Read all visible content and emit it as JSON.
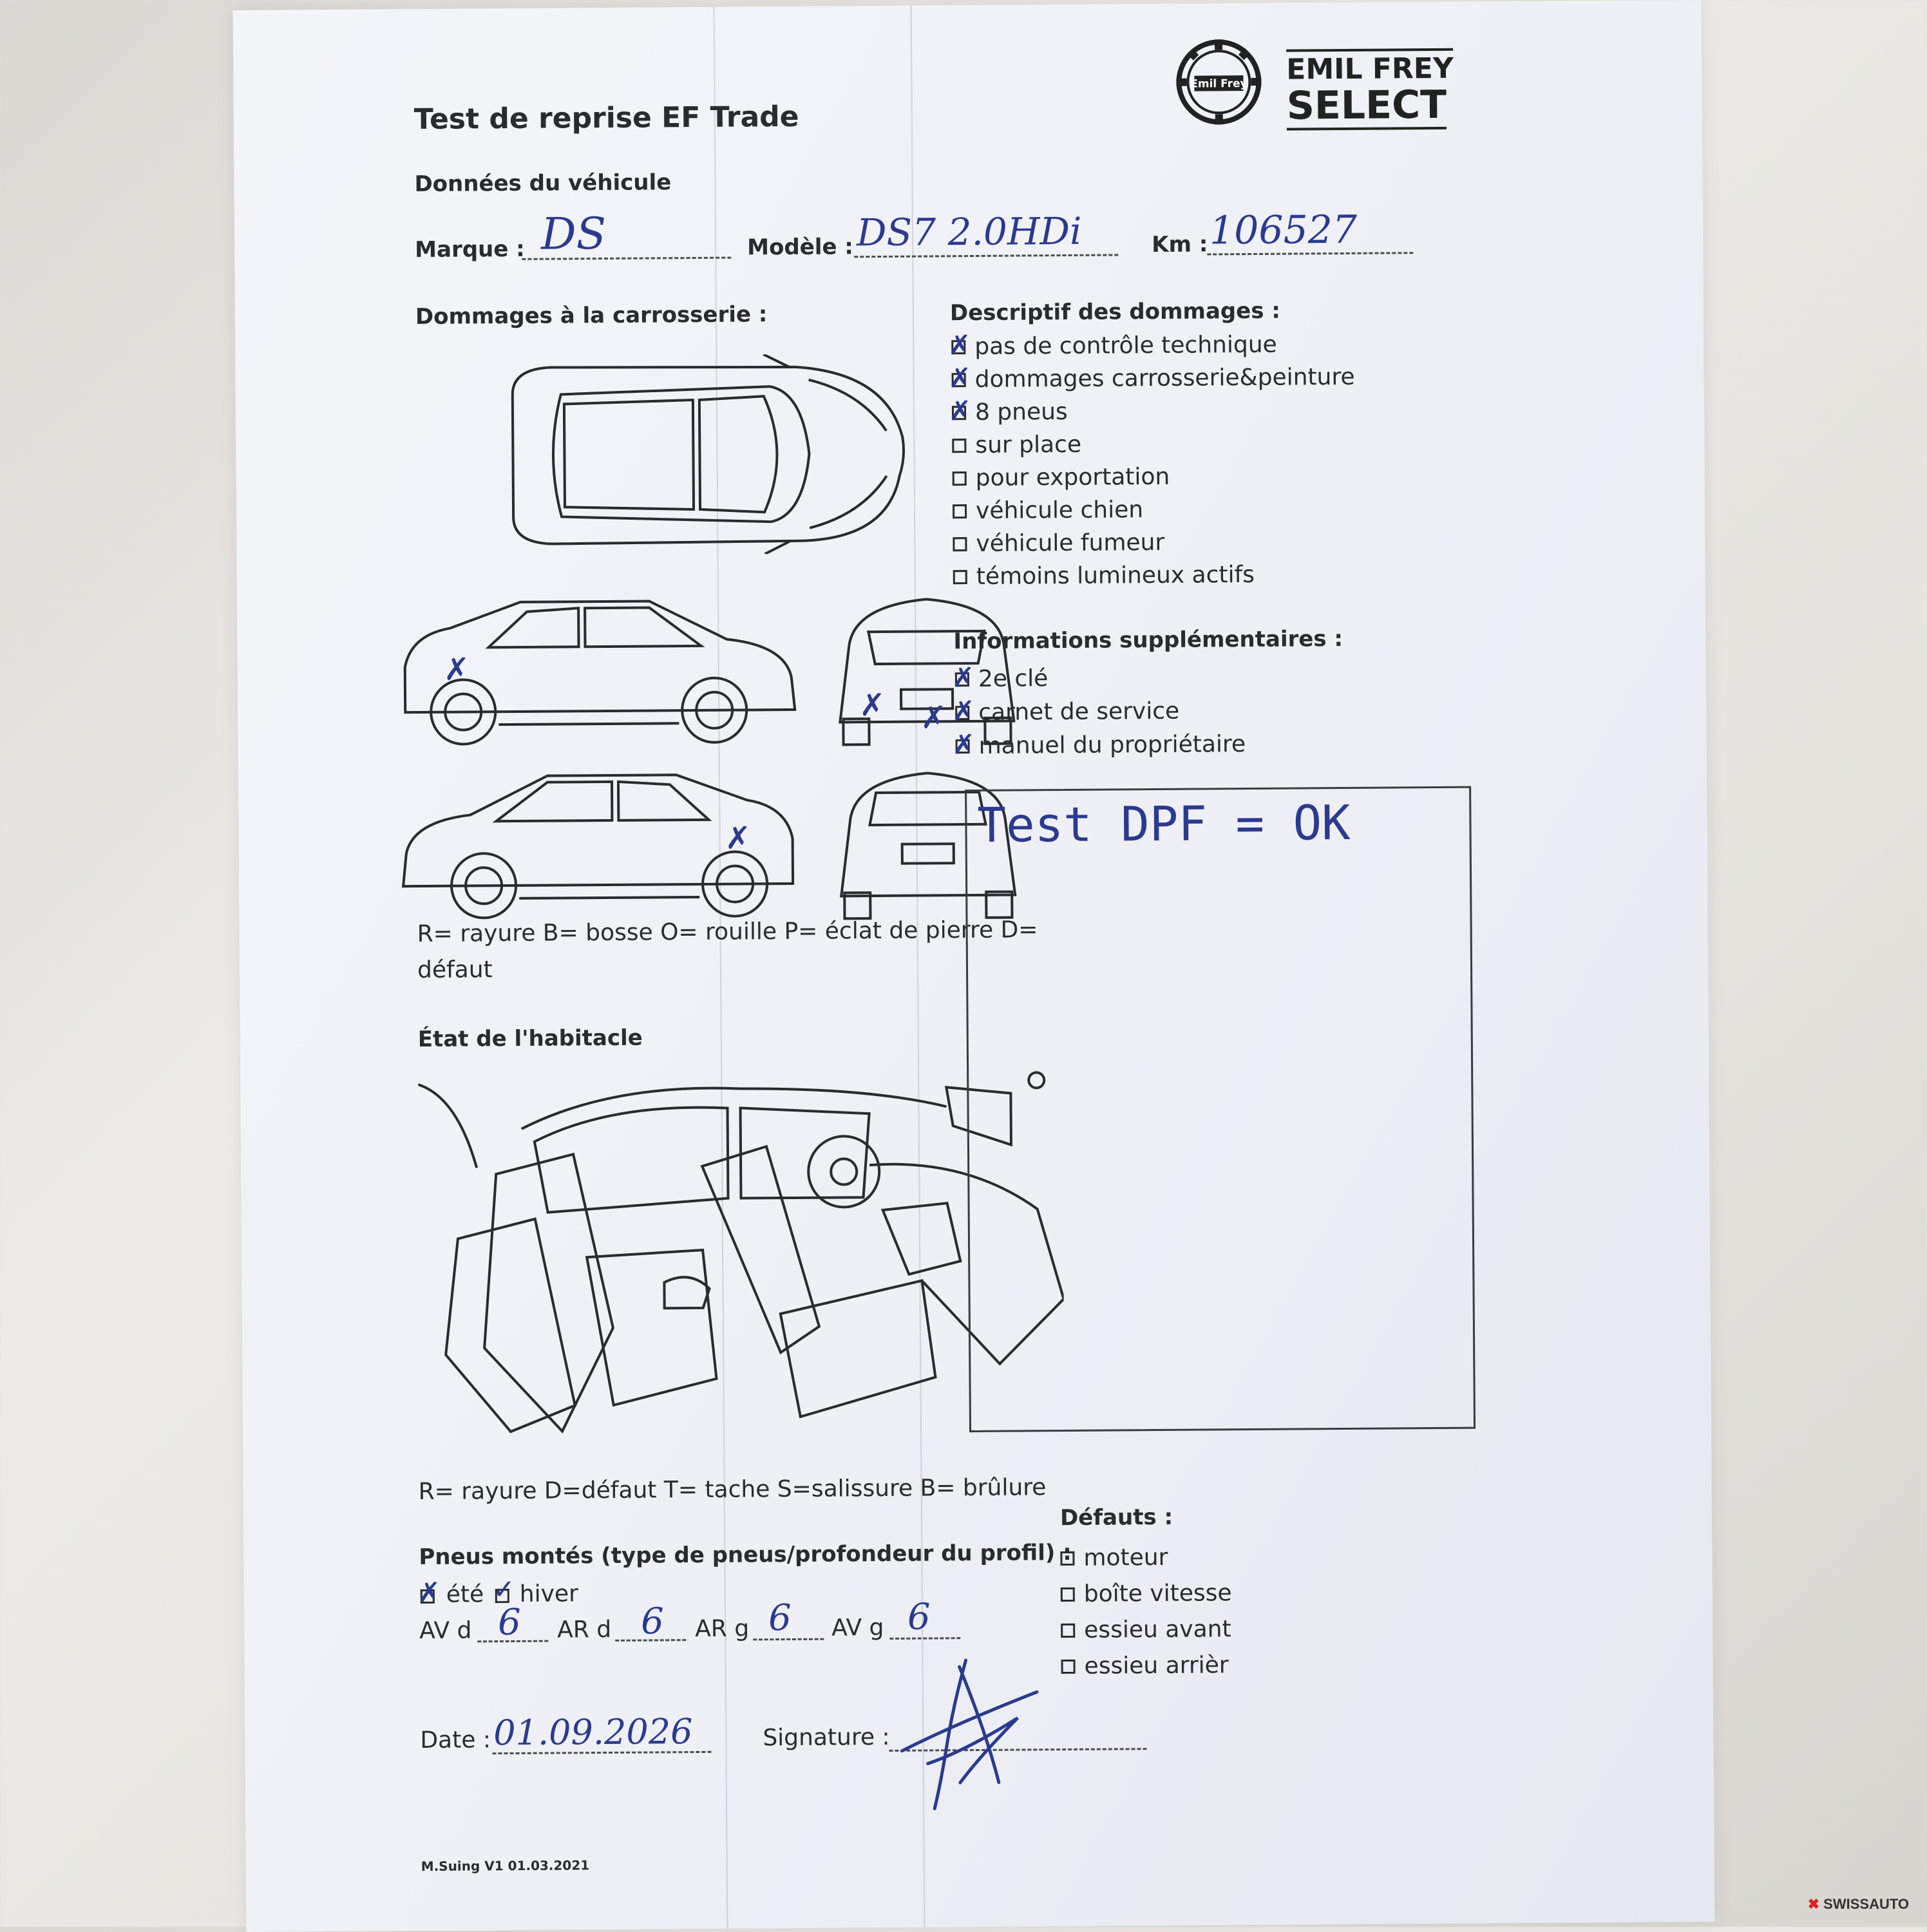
{
  "form": {
    "title": "Test de reprise EF Trade",
    "vehicle_section": "Données du véhicule",
    "brand_label": "Marque :",
    "brand_value": "DS",
    "model_label": "Modèle :",
    "model_value": "DS7 2.0HDi",
    "km_label": "Km :",
    "km_value": "106527",
    "body_damage_title": "Dommages à la carrosserie :",
    "body_legend_1": "R= rayure B= bosse O= rouille P= éclat de pierre D=",
    "body_legend_2": "défaut",
    "interior_title": "État de l'habitacle",
    "interior_legend": "R= rayure D=défaut T= tache S=salissure B= brûlure",
    "tires_title": "Pneus montés (type de pneus/profondeur du profil) :",
    "tire_summer": "été",
    "tire_winter": "hiver",
    "av_d_label": "AV d",
    "av_d_value": "6",
    "ar_d_label": "AR d",
    "ar_d_value": "6",
    "ar_g_label": "AR g",
    "ar_g_value": "6",
    "av_g_label": "AV g",
    "av_g_value": "6",
    "date_label": "Date :",
    "date_value": "01.09.2026",
    "signature_label": "Signature :",
    "version": "M.Suing V1 01.03.2021"
  },
  "logo": {
    "emblem_text": "Emil Frey",
    "brand_line1": "EMIL FREY",
    "brand_line2": "SELECT"
  },
  "damage_desc": {
    "title": "Descriptif des dommages :",
    "items": [
      {
        "label": "pas de contrôle technique",
        "checked": true
      },
      {
        "label": "dommages carrosserie&peinture",
        "checked": true
      },
      {
        "label": "8 pneus",
        "checked": true
      },
      {
        "label": "sur place",
        "checked": false
      },
      {
        "label": "pour exportation",
        "checked": false
      },
      {
        "label": "véhicule chien",
        "checked": false
      },
      {
        "label": "véhicule fumeur",
        "checked": false
      },
      {
        "label": "témoins lumineux actifs",
        "checked": false
      }
    ]
  },
  "extra_info": {
    "title": "Informations supplémentaires :",
    "items": [
      {
        "label": "2e clé",
        "checked": true
      },
      {
        "label": "carnet de service",
        "checked": true
      },
      {
        "label": "manuel du propriétaire",
        "checked": true
      }
    ]
  },
  "notes": {
    "text": "Test DPF = OK"
  },
  "defects": {
    "title": "Défauts :",
    "items": [
      {
        "label": "moteur",
        "checked": false
      },
      {
        "label": "boîte vitesse",
        "checked": false
      },
      {
        "label": "essieu avant",
        "checked": false
      },
      {
        "label": "essieu arrièr",
        "checked": false
      }
    ]
  },
  "watermark": "SWISSAUTO",
  "colors": {
    "ink_blue": "#2b3a8f",
    "print": "#2a2b30",
    "paper": "#f0f2f7"
  }
}
